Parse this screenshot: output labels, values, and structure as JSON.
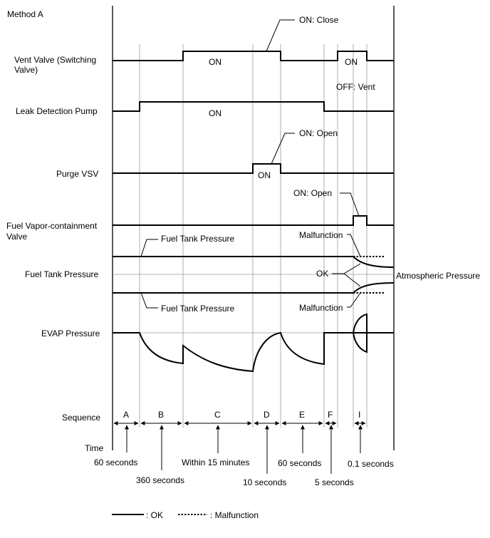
{
  "title": "Method A",
  "rows": {
    "vent_valve": {
      "label_line1": "Vent Valve (Switching",
      "label_line2": "Valve)",
      "on_label_1": "ON",
      "on_label_2": "ON",
      "callout_on": "ON: Close",
      "callout_off": "OFF: Vent"
    },
    "leak_detection_pump": {
      "label": "Leak Detection Pump",
      "on_label": "ON"
    },
    "purge_vsv": {
      "label": "Purge VSV",
      "on_label": "ON",
      "callout_on": "ON: Open"
    },
    "fuel_vapor_valve": {
      "label_line1": "Fuel Vapor-containment",
      "label_line2": "Valve",
      "callout_on": "ON: Open"
    },
    "fuel_tank_pressure": {
      "label": "Fuel Tank Pressure",
      "upper_trace_label": "Fuel Tank Pressure",
      "lower_trace_label": "Fuel Tank Pressure",
      "malfunction_upper": "Malfunction",
      "malfunction_lower": "Malfunction",
      "ok_label": "OK",
      "reference_label": "Atmospheric Pressure"
    },
    "evap_pressure": {
      "label": "EVAP Pressure"
    }
  },
  "sequence": {
    "label": "Sequence",
    "steps": [
      "A",
      "B",
      "C",
      "D",
      "E",
      "F",
      "I"
    ]
  },
  "time": {
    "label": "Time",
    "durations": {
      "A": "60 seconds",
      "B": "360 seconds",
      "C": "Within 15 minutes",
      "D": "10 seconds",
      "E": "60 seconds",
      "F": "5 seconds",
      "I": "0.1 seconds"
    }
  },
  "legend": {
    "ok": ": OK",
    "malfunction": ": Malfunction"
  }
}
